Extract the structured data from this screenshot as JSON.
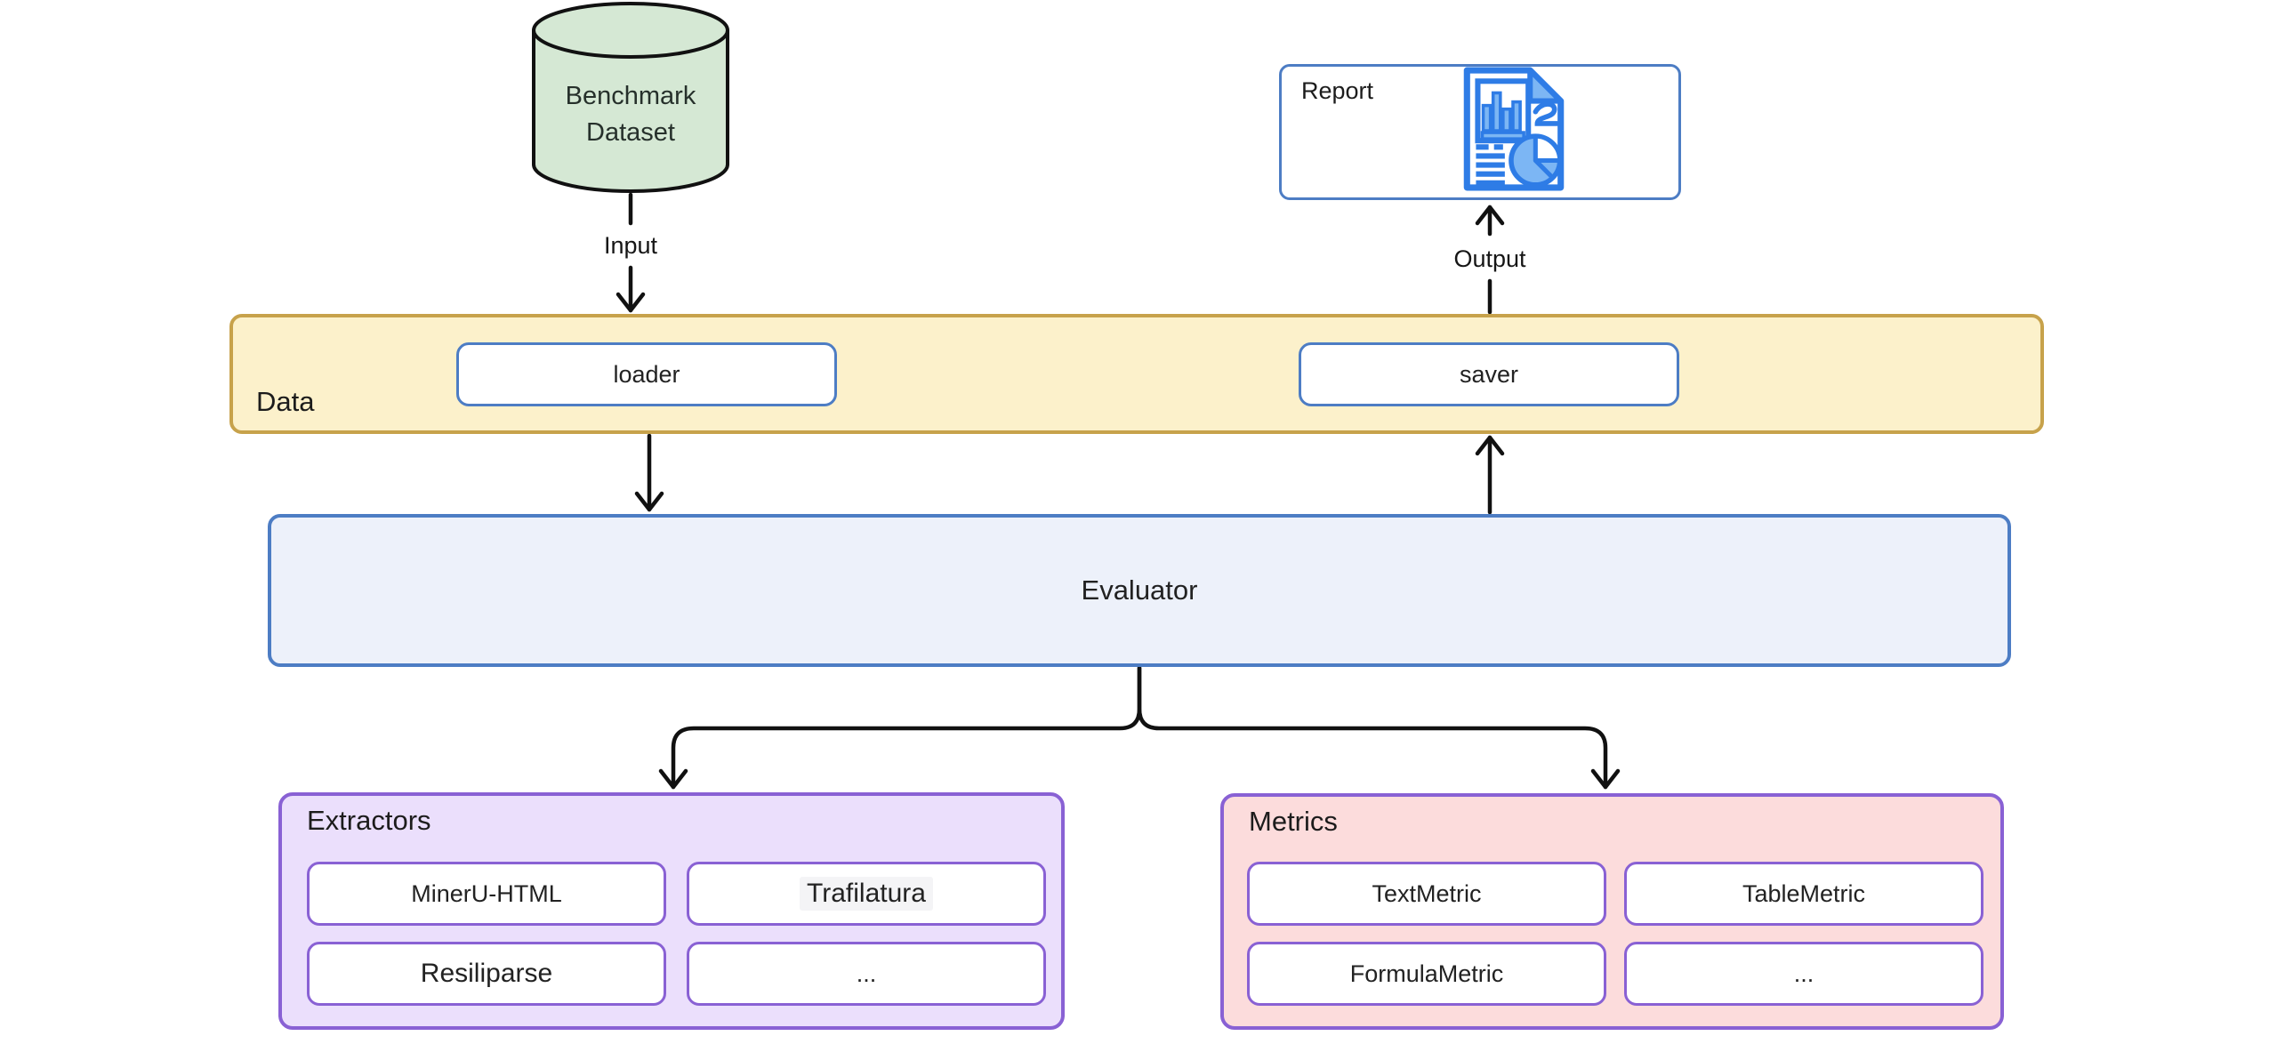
{
  "nodes": {
    "benchmark_dataset": {
      "label": "Benchmark Dataset",
      "shape": "database-cylinder",
      "fill": "#d5e8d4"
    },
    "report": {
      "label": "Report",
      "icon": "report-document-chart-icon"
    },
    "data_container": {
      "label": "Data",
      "loader_label": "loader",
      "saver_label": "saver"
    },
    "evaluator": {
      "label": "Evaluator"
    },
    "extractors": {
      "title": "Extractors",
      "boxes": [
        "MinerU-HTML",
        "Trafilatura",
        "Resiliparse",
        "..."
      ]
    },
    "metrics": {
      "title": "Metrics",
      "boxes": [
        "TextMetric",
        "TableMetric",
        "FormulaMetric",
        "..."
      ]
    }
  },
  "edges": {
    "input_label": "Input",
    "output_label": "Output"
  },
  "colors": {
    "dataset_fill": "#d5e8d4",
    "dataset_stroke": "#111111",
    "yellow_container_fill": "#fcf1cb",
    "yellow_container_border": "#c7a24b",
    "blue_border": "#4d7dc4",
    "evaluator_fill": "#edf1fa",
    "purple_border": "#8961d4",
    "extractors_fill": "#ebdffc",
    "metrics_fill": "#fcdcdc",
    "icon_blue": "#2e7ce6",
    "icon_light_blue": "#7cb6f4",
    "arrow_color": "#111111"
  }
}
